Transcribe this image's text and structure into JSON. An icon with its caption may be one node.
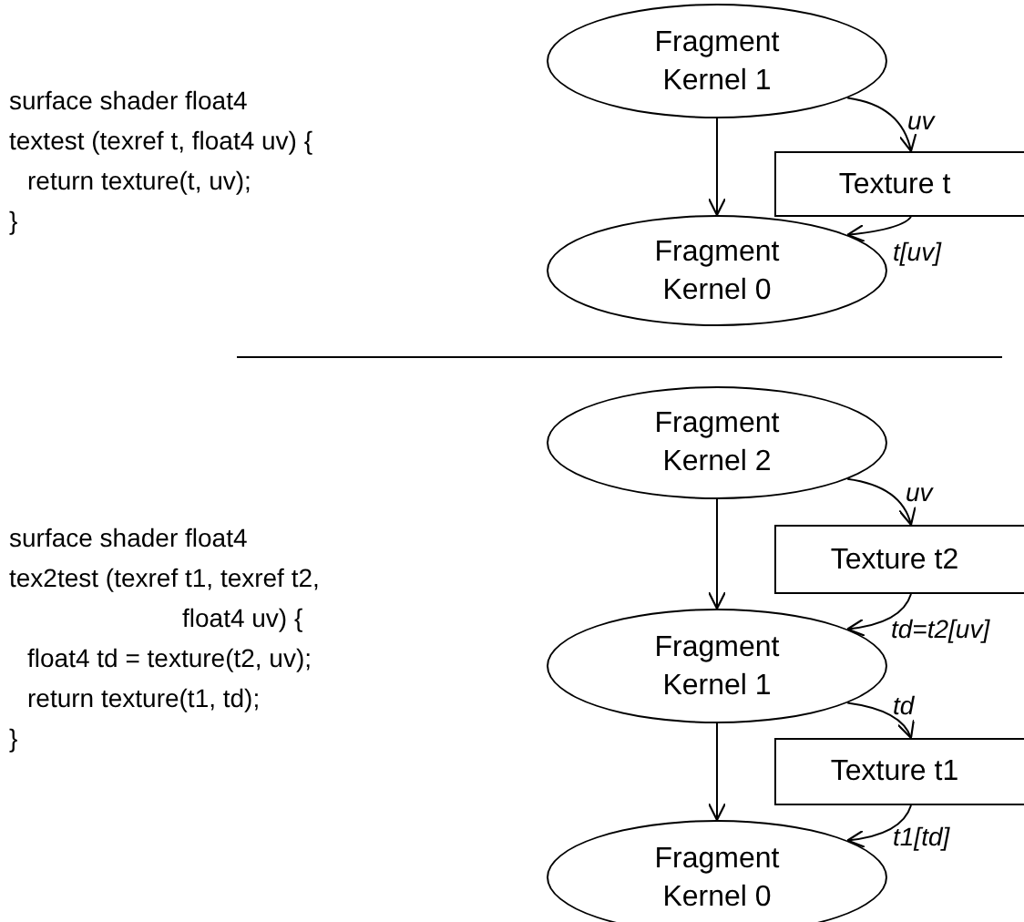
{
  "diagram": {
    "nodes": [
      {
        "text": [
          "Fragment Kernel 1"
        ]
      },
      {
        "text": [
          "Texture t"
        ]
      },
      {
        "text": [
          "Fragment Kernel 0"
        ]
      },
      {
        "text": [
          "Fragment Kernel 2"
        ]
      },
      {
        "text": [
          "Texture t2"
        ]
      },
      {
        "text": [
          "Fragment Kernel 1"
        ]
      },
      {
        "text": [
          "Texture t1"
        ]
      },
      {
        "text": [
          "Fragment Kernel 0"
        ]
      }
    ],
    "edges": [
      {
        "from": 0,
        "to": 2,
        "arrow": "to"
      },
      {
        "from": 0,
        "to": 1,
        "arrow": "to",
        "label": "uv"
      },
      {
        "from": 1,
        "to": 2,
        "arrow": "to",
        "label": "t[uv]"
      },
      {
        "from": 3,
        "to": 5,
        "arrow": "to"
      },
      {
        "from": 3,
        "to": 4,
        "arrow": "to",
        "label": "uv"
      },
      {
        "from": 4,
        "to": 5,
        "arrow": "to",
        "label": "td=t2[uv]"
      },
      {
        "from": 5,
        "to": 7,
        "arrow": "to"
      },
      {
        "from": 5,
        "to": 6,
        "arrow": "to",
        "label": "td"
      },
      {
        "from": 6,
        "to": 7,
        "arrow": "to",
        "label": "t1[td]"
      }
    ],
    "labels": [
      "surface shader float4",
      "textest (texref t, float4 uv) {",
      "return texture(t, uv);",
      "}",
      "surface shader float4",
      "tex2test (texref t1, texref t2,",
      "float4 uv) {",
      "float4 td = texture(t2, uv);",
      "return texture(t1, td);",
      "}"
    ]
  }
}
